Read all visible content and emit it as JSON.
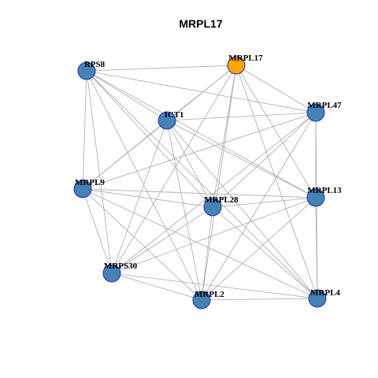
{
  "title": "MRPL17",
  "colors": {
    "background": "#ffffff",
    "edge": "#a8a8a8",
    "node_default": "#4682b4",
    "node_border": "#1f2fb8",
    "node_highlight": "#ffa500"
  },
  "nodes": [
    {
      "id": "MRPL17",
      "label": "MRPL17",
      "highlight": true
    },
    {
      "id": "RPS8",
      "label": "RPS8",
      "highlight": false
    },
    {
      "id": "ICT1",
      "label": "ICT1",
      "highlight": false
    },
    {
      "id": "MRPL47",
      "label": "MRPL47",
      "highlight": false
    },
    {
      "id": "MRPL9",
      "label": "MRPL9",
      "highlight": false
    },
    {
      "id": "MRPL28",
      "label": "MRPL28",
      "highlight": false
    },
    {
      "id": "MRPL13",
      "label": "MRPL13",
      "highlight": false
    },
    {
      "id": "MRPS30",
      "label": "MRPS30",
      "highlight": false
    },
    {
      "id": "MRPL2",
      "label": "MRPL2",
      "highlight": false
    },
    {
      "id": "MRPL4",
      "label": "MRPL4",
      "highlight": false
    }
  ],
  "edges": [
    [
      "RPS8",
      "MRPL17"
    ],
    [
      "RPS8",
      "ICT1"
    ],
    [
      "RPS8",
      "MRPL47"
    ],
    [
      "RPS8",
      "MRPL13"
    ],
    [
      "RPS8",
      "MRPL28"
    ],
    [
      "RPS8",
      "MRPL9"
    ],
    [
      "RPS8",
      "MRPS30"
    ],
    [
      "RPS8",
      "MRPL2"
    ],
    [
      "RPS8",
      "MRPL4"
    ],
    [
      "MRPL17",
      "ICT1"
    ],
    [
      "MRPL17",
      "MRPL47"
    ],
    [
      "MRPL17",
      "MRPL9"
    ],
    [
      "MRPL17",
      "MRPL28"
    ],
    [
      "MRPL17",
      "MRPL13"
    ],
    [
      "MRPL17",
      "MRPS30"
    ],
    [
      "MRPL17",
      "MRPL2"
    ],
    [
      "MRPL17",
      "MRPL4"
    ],
    [
      "ICT1",
      "MRPL47"
    ],
    [
      "ICT1",
      "MRPL9"
    ],
    [
      "ICT1",
      "MRPL28"
    ],
    [
      "ICT1",
      "MRPL13"
    ],
    [
      "ICT1",
      "MRPS30"
    ],
    [
      "ICT1",
      "MRPL2"
    ],
    [
      "ICT1",
      "MRPL4"
    ],
    [
      "MRPL47",
      "MRPL9"
    ],
    [
      "MRPL47",
      "MRPL28"
    ],
    [
      "MRPL47",
      "MRPL13"
    ],
    [
      "MRPL47",
      "MRPS30"
    ],
    [
      "MRPL47",
      "MRPL2"
    ],
    [
      "MRPL47",
      "MRPL4"
    ],
    [
      "MRPL9",
      "MRPL28"
    ],
    [
      "MRPL9",
      "MRPL13"
    ],
    [
      "MRPL9",
      "MRPS30"
    ],
    [
      "MRPL9",
      "MRPL2"
    ],
    [
      "MRPL9",
      "MRPL4"
    ],
    [
      "MRPL28",
      "MRPL13"
    ],
    [
      "MRPL28",
      "MRPS30"
    ],
    [
      "MRPL28",
      "MRPL2"
    ],
    [
      "MRPL28",
      "MRPL4"
    ],
    [
      "MRPL13",
      "MRPS30"
    ],
    [
      "MRPL13",
      "MRPL2"
    ],
    [
      "MRPL13",
      "MRPL4"
    ],
    [
      "MRPS30",
      "MRPL2"
    ],
    [
      "MRPS30",
      "MRPL4"
    ],
    [
      "MRPL2",
      "MRPL4"
    ]
  ]
}
